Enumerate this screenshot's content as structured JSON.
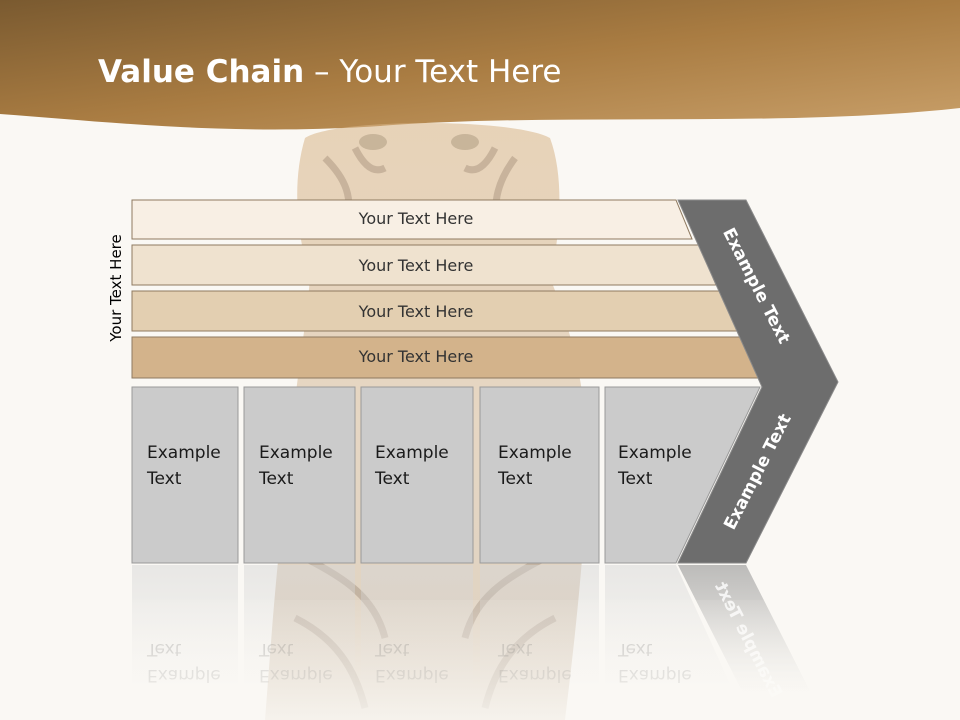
{
  "slide": {
    "title_bold": "Value Chain",
    "title_rest": " – Your Text Here",
    "side_label": "Your Text Here"
  },
  "bands": [
    {
      "label": "Your Text Here",
      "color": "#f8efe4"
    },
    {
      "label": "Your Text Here",
      "color": "#efe2cf"
    },
    {
      "label": "Your Text Here",
      "color": "#e3cfb1"
    },
    {
      "label": "Your Text Here",
      "color": "#d3b38b"
    }
  ],
  "boxes": [
    {
      "line1": "Example",
      "line2": "Text"
    },
    {
      "line1": "Example",
      "line2": "Text"
    },
    {
      "line1": "Example",
      "line2": "Text"
    },
    {
      "line1": "Example",
      "line2": "Text"
    },
    {
      "line1": "Example",
      "line2": "Text"
    }
  ],
  "arrow": {
    "upper_label": "Example Text",
    "lower_label": "Example Text",
    "color": "#6d6d6d"
  },
  "colors": {
    "header_brown": "#a67c45",
    "box_gray": "#cbcbcb",
    "background": "#faf8f4"
  }
}
